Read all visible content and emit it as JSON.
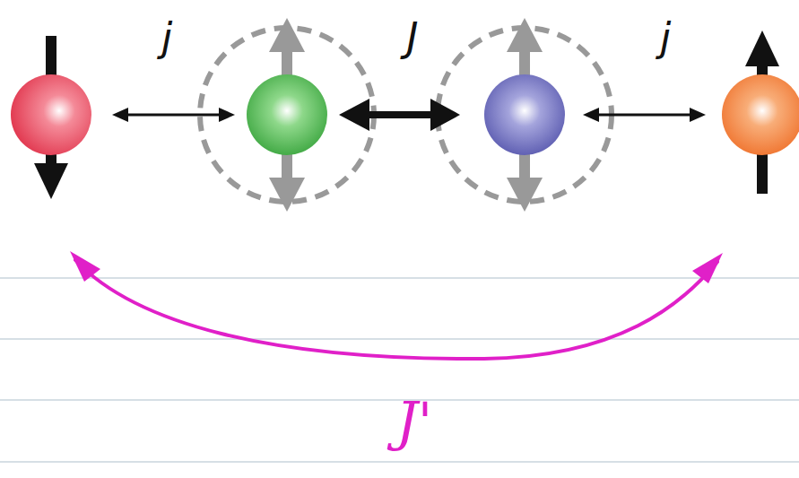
{
  "diagram": {
    "labels": [
      "j",
      "J",
      "j",
      "J'"
    ]
  }
}
